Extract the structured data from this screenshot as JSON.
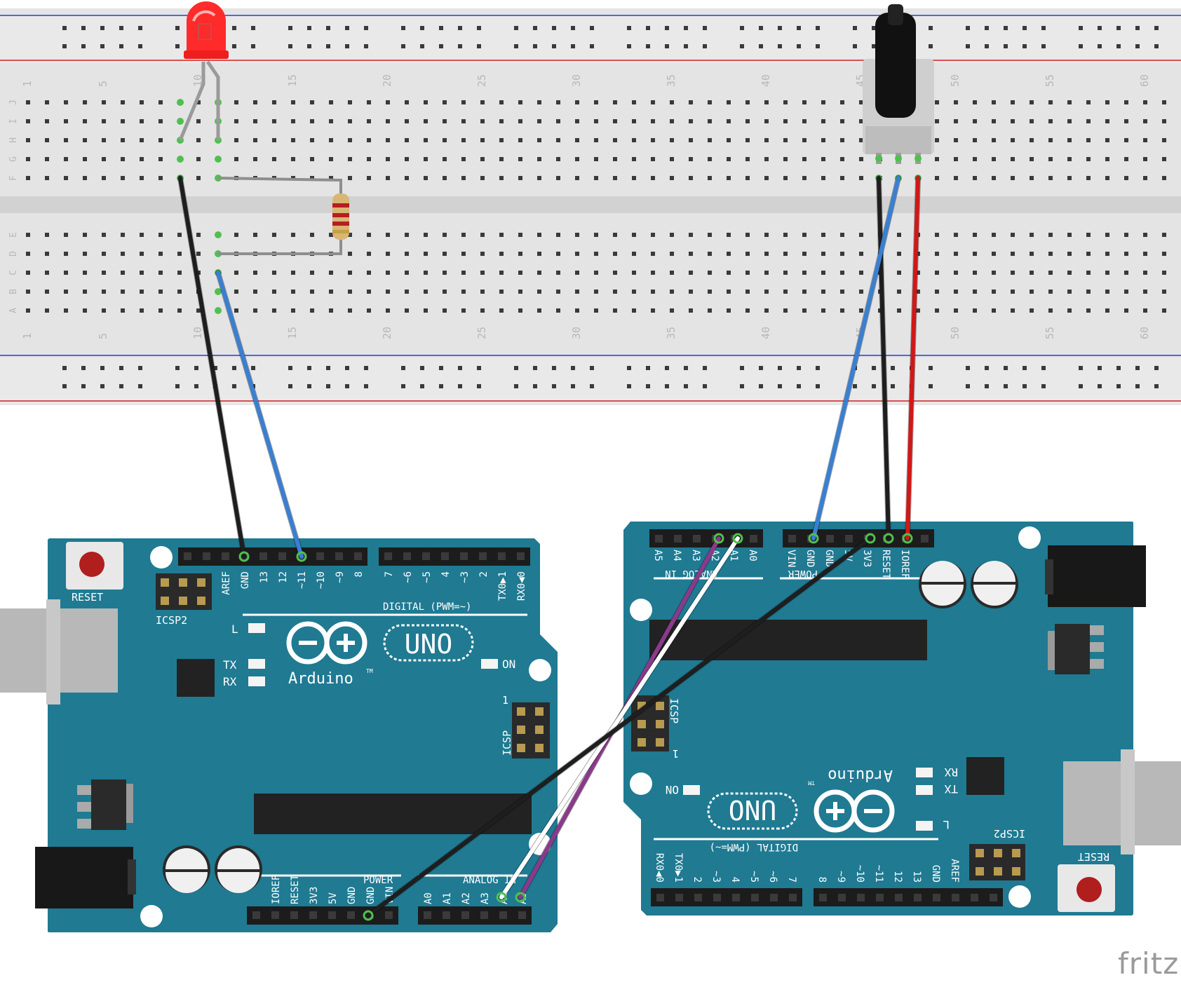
{
  "breadboard": {
    "column_numbers": [
      "1",
      "5",
      "10",
      "15",
      "20",
      "25",
      "30",
      "35",
      "40",
      "45",
      "50",
      "55",
      "60"
    ],
    "row_letters_top": [
      "J",
      "I",
      "H",
      "G",
      "F"
    ],
    "row_letters_bottom": [
      "E",
      "D",
      "C",
      "B",
      "A"
    ]
  },
  "arduino_left": {
    "reset_label": "RESET",
    "icsp2_label": "ICSP2",
    "icsp_label": "ICSP",
    "icsp_pin1": "1",
    "logo_word": "Arduino",
    "tm": "TM",
    "uno": "UNO",
    "led_l": "L",
    "led_tx": "TX",
    "led_rx": "RX",
    "led_on": "ON",
    "digital_title": "DIGITAL (PWM=~)",
    "digital_labels": [
      "AREF",
      "GND",
      "13",
      "12",
      "~11",
      "~10",
      "~9",
      "8",
      "7",
      "~6",
      "~5",
      "4",
      "~3",
      "2",
      "TX0▶1",
      "RX0◀0"
    ],
    "power_title": "POWER",
    "power_labels": [
      "IOREF",
      "RESET",
      "3V3",
      "5V",
      "GND",
      "GND",
      "VIN"
    ],
    "analog_title": "ANALOG IN",
    "analog_labels": [
      "A0",
      "A1",
      "A2",
      "A3",
      "A4",
      "A5"
    ]
  },
  "arduino_right": {
    "reset_label": "RESET",
    "icsp2_label": "ICSP2",
    "icsp_label": "ICSP",
    "icsp_pin1": "1",
    "logo_word": "Arduino",
    "tm": "TM",
    "uno": "UNO",
    "led_l": "L",
    "led_tx": "TX",
    "led_rx": "RX",
    "led_on": "ON",
    "digital_title": "DIGITAL (PWM=~)",
    "digital_labels": [
      "AREF",
      "GND",
      "13",
      "12",
      "~11",
      "~10",
      "~9",
      "8",
      "7",
      "~6",
      "~5",
      "4",
      "~3",
      "2",
      "TX0▶1",
      "RX0◀0"
    ],
    "power_title": "POWER",
    "power_labels": [
      "IOREF",
      "RESET",
      "3V3",
      "5V",
      "GND",
      "GND",
      "VIN"
    ],
    "analog_title": "ANALOG IN",
    "analog_labels": [
      "A0",
      "A1",
      "A2",
      "A3",
      "A4",
      "A5"
    ]
  },
  "watermark": "fritz",
  "colors": {
    "board": "#1f7a92",
    "breadboard": "#e4e4e4",
    "rail_red": "#d22020",
    "rail_blue": "#2040d0",
    "wire_black": "#1e1e1e",
    "wire_blue": "#3a7fd0",
    "wire_red": "#d01818",
    "wire_purple": "#8a3a8a",
    "wire_white": "#ffffff",
    "led": "#ff2a2a"
  }
}
